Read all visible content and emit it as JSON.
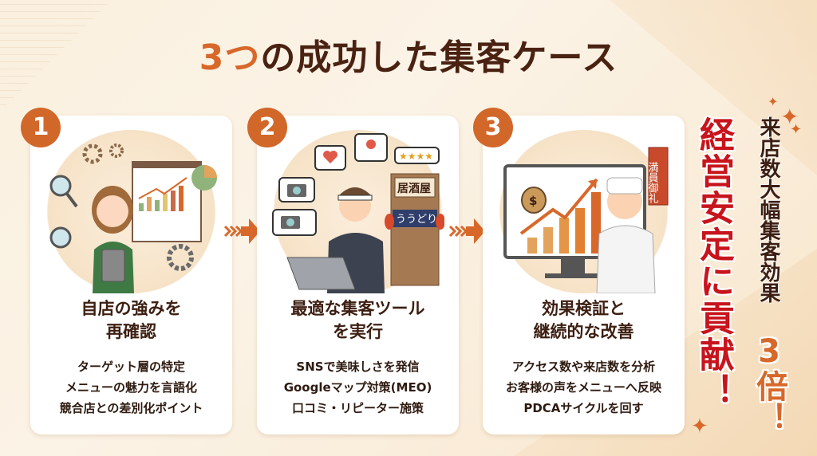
{
  "header": {
    "title_accent": "3つ",
    "title_rest": "の成功した集客ケース"
  },
  "colors": {
    "accent_orange": "#d8682a",
    "dark_brown": "#3d1f12",
    "highlight_red": "#c8141c",
    "card_bg": "#ffffff",
    "page_bg": "#faf0df"
  },
  "cases": [
    {
      "number": "1",
      "illustration": "woman-with-tablet-and-charts",
      "title_line1": "自店の強みを",
      "title_line2": "再確認",
      "points": [
        "ターゲット層の特定",
        "メニューの魅力を言語化",
        "競合店との差別化ポイント"
      ]
    },
    {
      "number": "2",
      "illustration": "man-on-laptop-izakaya",
      "sign_text": "居酒屋",
      "noren_text": "ううどり",
      "title_line1": "最適な集客ツール",
      "title_line2": "を実行",
      "points": [
        "SNSで美味しさを発信",
        "Googleマップ対策(MEO)",
        "口コミ・リピーター施策"
      ]
    },
    {
      "number": "3",
      "illustration": "chef-thumbs-up-growth-chart",
      "banner_text": "満員御礼",
      "title_line1": "効果検証と",
      "title_line2": "継続的な改善",
      "points": [
        "アクセス数や来店数を分析",
        "お客様の声をメニューへ反映",
        "PDCAサイクルを回す"
      ]
    }
  ],
  "callout": {
    "main": "経営安定に貢献！",
    "sub": "来店数大幅集客効果",
    "multiplier": "3倍！"
  }
}
